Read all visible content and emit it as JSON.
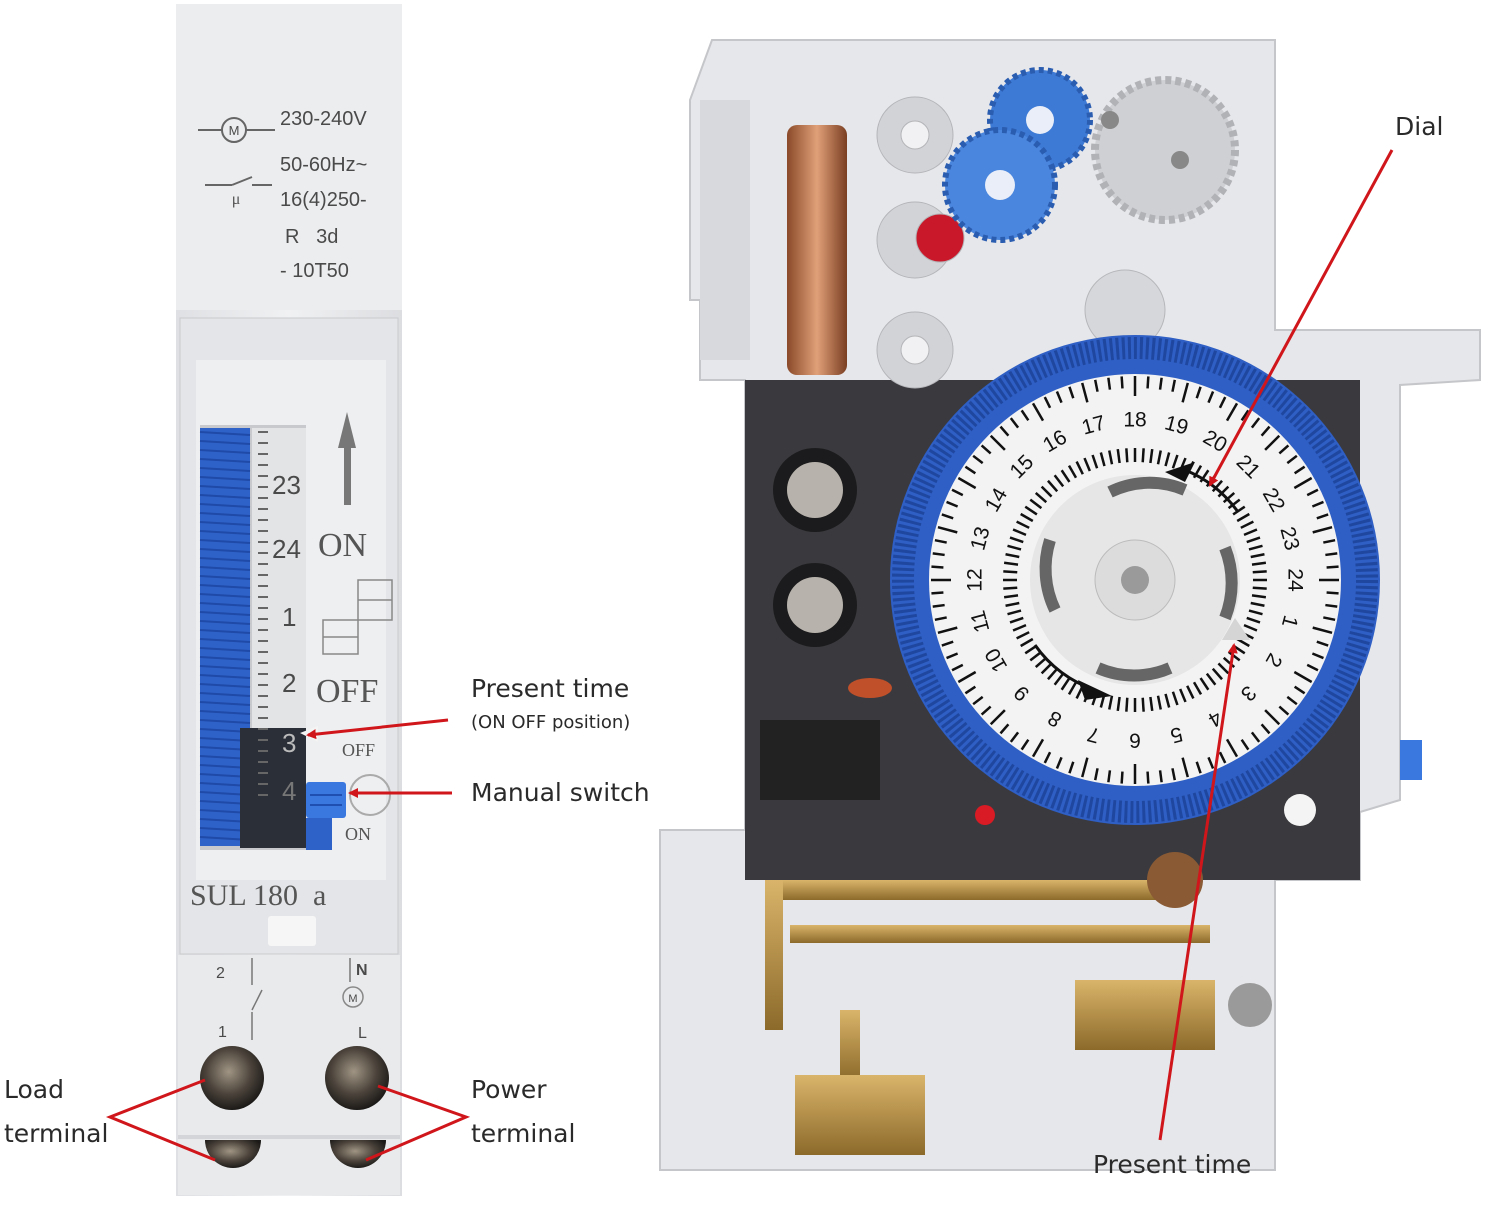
{
  "left_device": {
    "spec_lines": [
      "230-240V",
      "50-60Hz~",
      "16(4)250-",
      "R   3d",
      "- 10T50"
    ],
    "motor_symbol": "M",
    "contact_symbol": "μ",
    "scale_numbers": [
      "23",
      "24",
      "1",
      "2",
      "3",
      "4"
    ],
    "on_label": "ON",
    "off_label": "OFF",
    "switch_off_label": "OFF",
    "switch_on_label": "ON",
    "model": "SUL 180  a",
    "terminal_labels": {
      "t2": "2",
      "t1": "1",
      "n": "N",
      "l": "L",
      "motor": "M"
    }
  },
  "right_device": {
    "dial_numbers": [
      "1",
      "2",
      "3",
      "4",
      "5",
      "6",
      "7",
      "8",
      "9",
      "10",
      "11",
      "12",
      "13",
      "14",
      "15",
      "16",
      "17",
      "18",
      "19",
      "20",
      "21",
      "22",
      "23",
      "24"
    ]
  },
  "callouts": {
    "present_time_left": "Present time",
    "present_time_left_sub": "(ON OFF position)",
    "manual_switch": "Manual switch",
    "load_terminal": [
      "Load",
      "terminal"
    ],
    "power_terminal": [
      "Power",
      "terminal"
    ],
    "dial": "Dial",
    "present_time_right": "Present time"
  },
  "colors": {
    "arrow": "#d0161b",
    "dial_blue": "#2f5fc4",
    "housing": "#ebecee"
  }
}
